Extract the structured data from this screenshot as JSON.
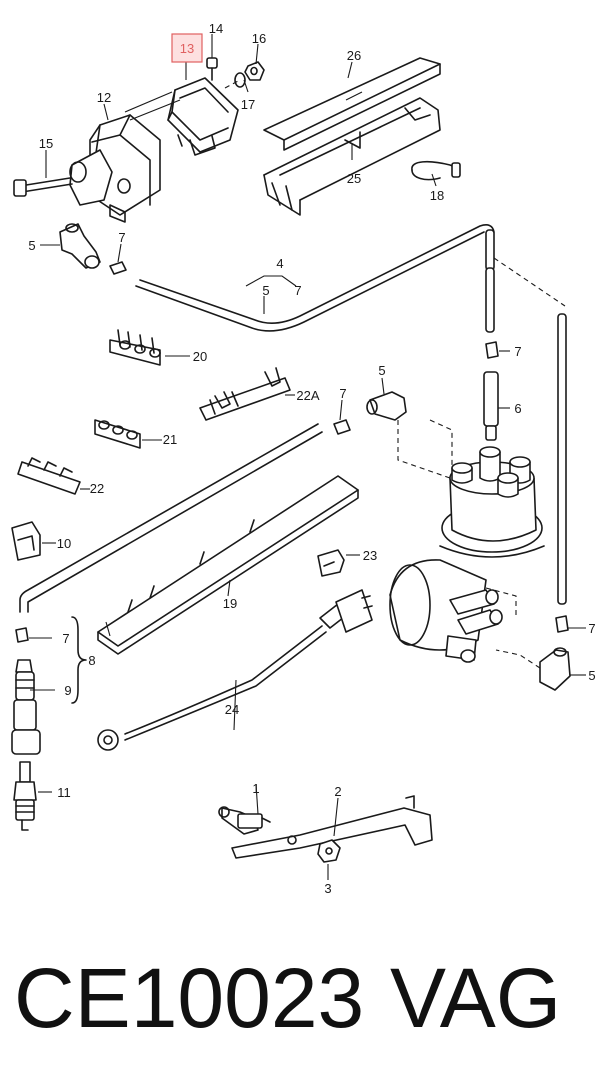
{
  "callouts": {
    "c1": "1",
    "c2": "2",
    "c3": "3",
    "c4": "4",
    "c5a": "5",
    "c5b": "5",
    "c5c": "5",
    "c5d": "5",
    "c6": "6",
    "c7a": "7",
    "c7b": "7",
    "c7c": "7",
    "c7d": "7",
    "c7e": "7",
    "c7f": "7",
    "c8": "8",
    "c9": "9",
    "c10": "10",
    "c11": "11",
    "c12": "12",
    "c13": "13",
    "c14": "14",
    "c15": "15",
    "c16": "16",
    "c17": "17",
    "c18": "18",
    "c19": "19",
    "c20": "20",
    "c21": "21",
    "c22": "22",
    "c22a": "22A",
    "c23": "23",
    "c24": "24",
    "c25": "25",
    "c26": "26"
  },
  "highlight_color": "#e06060",
  "footer": {
    "part_number": "CE10023",
    "brand": "VAG"
  }
}
